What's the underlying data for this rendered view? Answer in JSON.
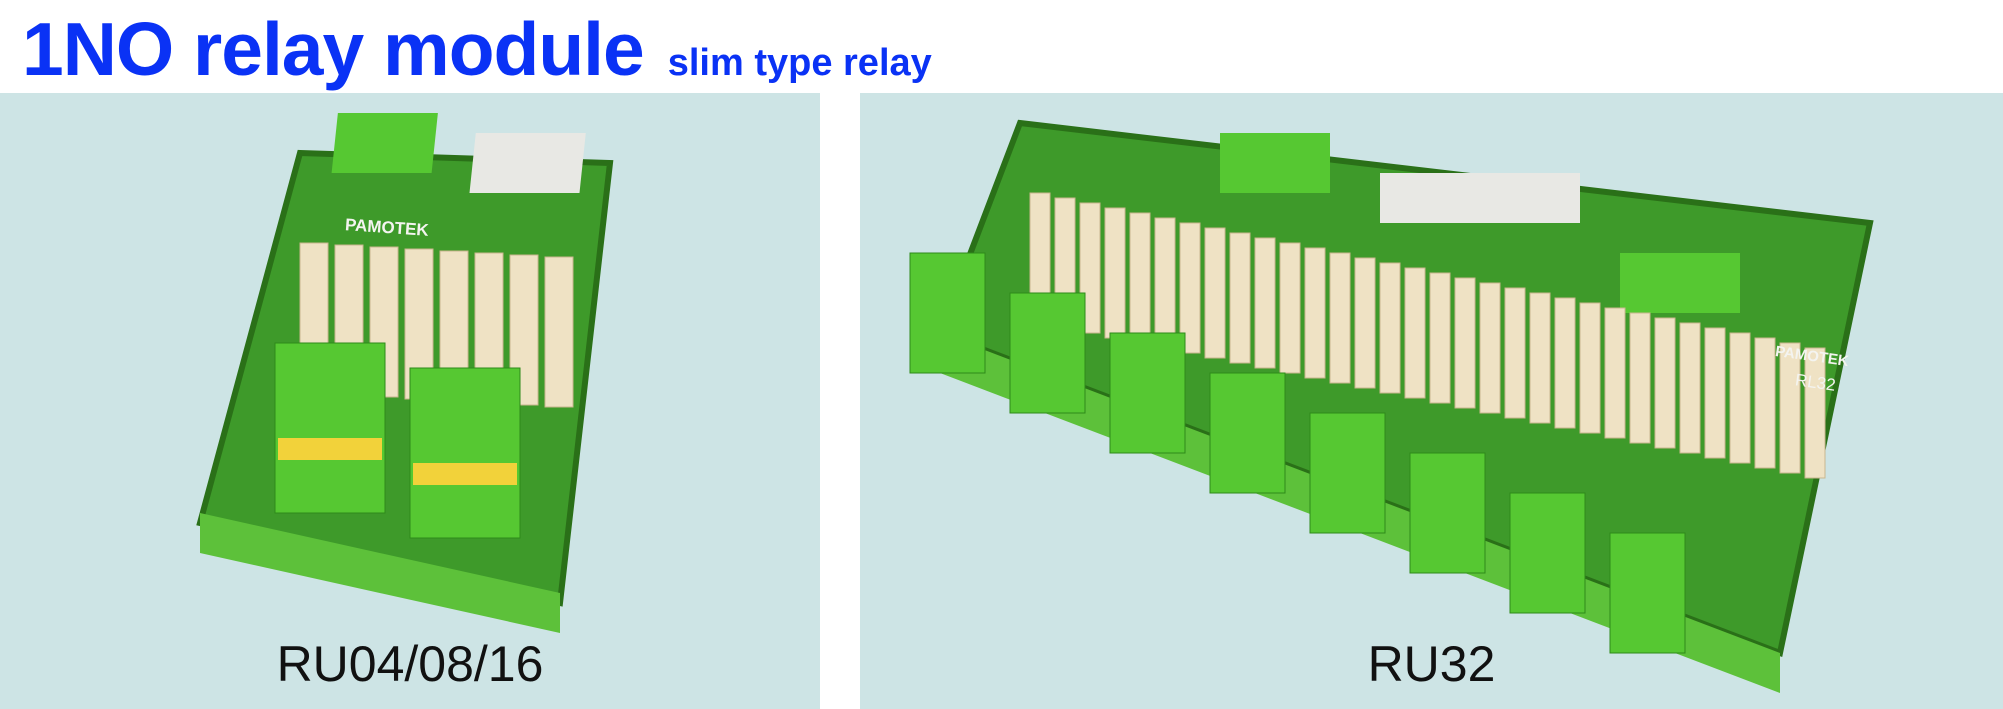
{
  "header": {
    "title": "1NO relay module",
    "subtitle": "slim type relay"
  },
  "products": [
    {
      "label": "RU04/08/16",
      "brand": "PAMOTEK"
    },
    {
      "label": "RU32",
      "brand": "PAMOTEK",
      "board_marking": "RL32"
    }
  ],
  "colors": {
    "title": "#0a32f5",
    "panel": "#cde4e5",
    "board": "#2f8a1c",
    "terminal": "#4fc92a",
    "relay": "#efe2c4"
  }
}
